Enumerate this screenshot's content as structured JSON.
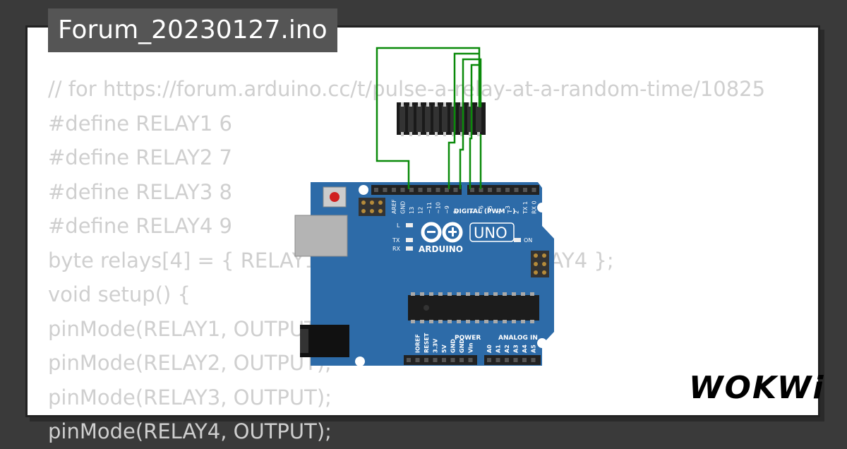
{
  "project": {
    "title": "Forum_20230127.ino"
  },
  "code_lines": [
    "// for https://forum.arduino.cc/t/pulse-a-relay-at-a-random-time/10825",
    "#define RELAY1 6",
    "#define RELAY2 7",
    "#define RELAY3 8",
    "#define RELAY4 9",
    "byte relays[4] = { RELAY1, RELAY2, RELAY3, RELAY4 };",
    "void setup() {",
    "pinMode(RELAY1, OUTPUT);",
    "pinMode(RELAY2, OUTPUT);",
    "pinMode(RELAY3, OUTPUT);",
    "pinMode(RELAY4, OUTPUT);"
  ],
  "board": {
    "logo_text": "UNO",
    "brand_text": "ARDUINO",
    "digital_label": "DIGITAL (PWM ~)",
    "power_label": "POWER",
    "analog_label": "ANALOG IN",
    "on_label": "ON",
    "led_l": "L",
    "led_tx": "TX",
    "led_rx": "RX",
    "top_pins": [
      "AREF",
      "GND",
      "13",
      "12",
      "~11",
      "~10",
      "~9",
      "8",
      "7",
      "~6",
      "~5",
      "4",
      "~3",
      "2",
      "TX 1",
      "RX 0"
    ],
    "bottom_pins": [
      "IOREF",
      "RESET",
      "3.3V",
      "5V",
      "GND",
      "GND",
      "Vin",
      "A0",
      "A1",
      "A2",
      "A3",
      "A4",
      "A5"
    ],
    "board_color": "#2d6ba8"
  },
  "wire_color": "#0a8a0a",
  "brand": {
    "name": "WOKWi"
  }
}
